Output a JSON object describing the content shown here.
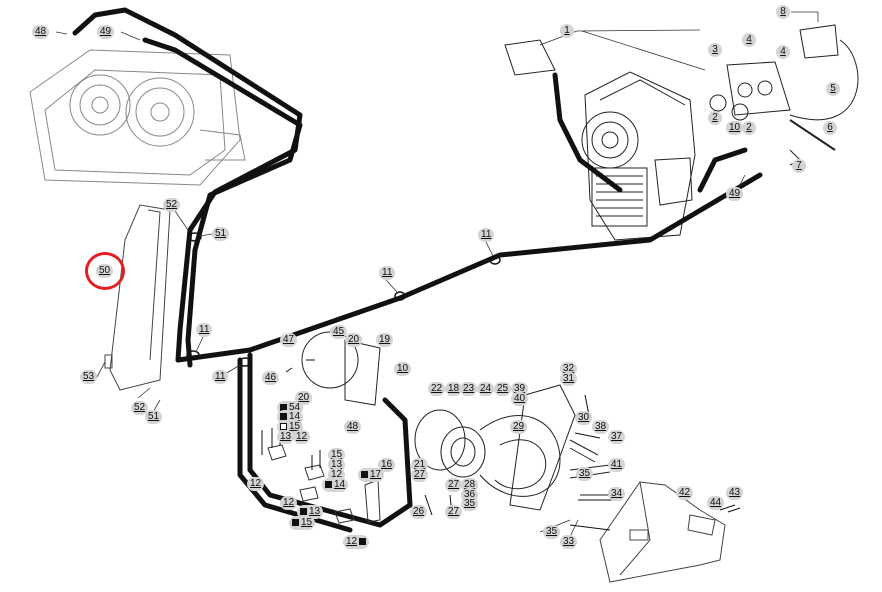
{
  "highlight": {
    "part": "50",
    "color": "#e31e24"
  },
  "colors": {
    "hose": "#111111",
    "line": "#444444",
    "badge": "#d4d4d4"
  },
  "callouts": [
    {
      "id": "c48a",
      "text": "48"
    },
    {
      "id": "c49a",
      "text": "49"
    },
    {
      "id": "c1",
      "text": "1"
    },
    {
      "id": "c8",
      "text": "8"
    },
    {
      "id": "c3",
      "text": "3"
    },
    {
      "id": "c4a",
      "text": "4"
    },
    {
      "id": "c4b",
      "text": "4"
    },
    {
      "id": "c5",
      "text": "5"
    },
    {
      "id": "c2a",
      "text": "2"
    },
    {
      "id": "c10a",
      "text": "10"
    },
    {
      "id": "c2b",
      "text": "2"
    },
    {
      "id": "c6",
      "text": "6"
    },
    {
      "id": "c7",
      "text": "7"
    },
    {
      "id": "c49b",
      "text": "49"
    },
    {
      "id": "c52a",
      "text": "52"
    },
    {
      "id": "c51a",
      "text": "51"
    },
    {
      "id": "c11a",
      "text": "11"
    },
    {
      "id": "c50",
      "text": "50"
    },
    {
      "id": "c11b",
      "text": "11"
    },
    {
      "id": "c45",
      "text": "45"
    },
    {
      "id": "c11c",
      "text": "11"
    },
    {
      "id": "c47",
      "text": "47"
    },
    {
      "id": "c20a",
      "text": "20"
    },
    {
      "id": "c19",
      "text": "19"
    },
    {
      "id": "c53",
      "text": "53"
    },
    {
      "id": "c11d",
      "text": "11"
    },
    {
      "id": "c46",
      "text": "46"
    },
    {
      "id": "c10b",
      "text": "10"
    },
    {
      "id": "c32",
      "text": "32"
    },
    {
      "id": "c31",
      "text": "31"
    },
    {
      "id": "c52b",
      "text": "52"
    },
    {
      "id": "c51b",
      "text": "51"
    },
    {
      "id": "c20b",
      "text": "20"
    },
    {
      "id": "c22",
      "text": "22"
    },
    {
      "id": "c18",
      "text": "18"
    },
    {
      "id": "c23",
      "text": "23"
    },
    {
      "id": "c24",
      "text": "24"
    },
    {
      "id": "c25",
      "text": "25"
    },
    {
      "id": "c39",
      "text": "39"
    },
    {
      "id": "c40",
      "text": "40"
    },
    {
      "id": "c54",
      "text": "54",
      "mark": "f"
    },
    {
      "id": "c14a",
      "text": "14",
      "mark": "f"
    },
    {
      "id": "c15a",
      "text": "15",
      "mark": "o"
    },
    {
      "id": "c13a",
      "text": "13"
    },
    {
      "id": "c12a",
      "text": "12"
    },
    {
      "id": "c48b",
      "text": "48"
    },
    {
      "id": "c30",
      "text": "30"
    },
    {
      "id": "c38",
      "text": "38"
    },
    {
      "id": "c29",
      "text": "29"
    },
    {
      "id": "c37",
      "text": "37"
    },
    {
      "id": "c15b",
      "text": "15"
    },
    {
      "id": "c13b",
      "text": "13"
    },
    {
      "id": "c12b",
      "text": "12"
    },
    {
      "id": "c17",
      "text": "17",
      "mark": "f"
    },
    {
      "id": "c16",
      "text": "16"
    },
    {
      "id": "c21",
      "text": "21"
    },
    {
      "id": "c27a",
      "text": "27"
    },
    {
      "id": "c41",
      "text": "41"
    },
    {
      "id": "c12c",
      "text": "12"
    },
    {
      "id": "c14b",
      "text": "14",
      "mark": "f"
    },
    {
      "id": "c27b",
      "text": "27"
    },
    {
      "id": "c28",
      "text": "28"
    },
    {
      "id": "c36",
      "text": "36"
    },
    {
      "id": "c35a",
      "text": "35"
    },
    {
      "id": "c35b",
      "text": "35"
    },
    {
      "id": "c42",
      "text": "42"
    },
    {
      "id": "c43",
      "text": "43"
    },
    {
      "id": "c44",
      "text": "44"
    },
    {
      "id": "c34",
      "text": "34"
    },
    {
      "id": "c12d",
      "text": "12"
    },
    {
      "id": "c13c",
      "text": "13",
      "mark": "f"
    },
    {
      "id": "c15c",
      "text": "15",
      "mark": "f"
    },
    {
      "id": "c26",
      "text": "26"
    },
    {
      "id": "c27c",
      "text": "27"
    },
    {
      "id": "c12e",
      "text": "12",
      "mark": "f",
      "after": true
    },
    {
      "id": "c35c",
      "text": "35"
    },
    {
      "id": "c33",
      "text": "33"
    }
  ]
}
